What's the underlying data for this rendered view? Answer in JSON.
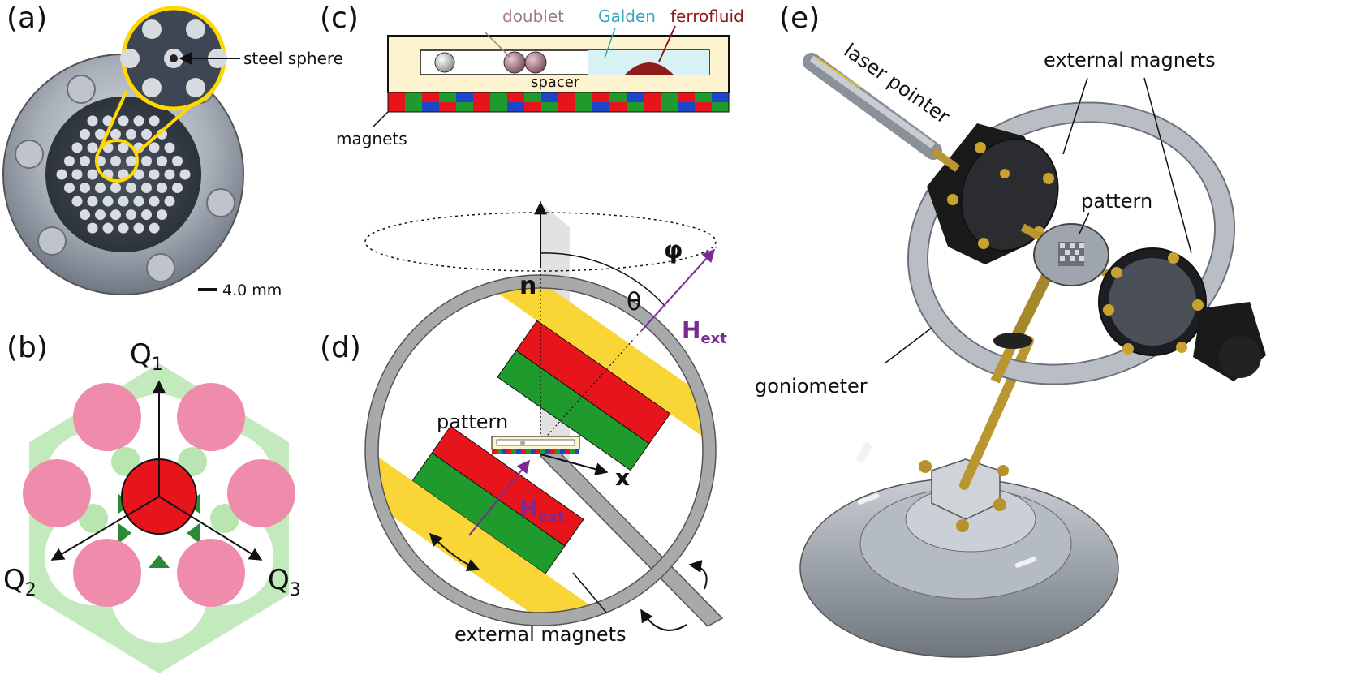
{
  "panels": {
    "a": {
      "label": "(a)",
      "steel_sphere": "steel sphere",
      "scale": "4.0 mm"
    },
    "b": {
      "label": "(b)",
      "q1": "Q",
      "q1_sub": "1",
      "q2": "Q",
      "q2_sub": "2",
      "q3": "Q",
      "q3_sub": "3"
    },
    "c": {
      "label": "(c)",
      "doublet": "doublet",
      "galden": "Galden",
      "ferrofluid": "ferrofluid",
      "spacer": "spacer",
      "magnets": "magnets"
    },
    "d": {
      "label": "(d)",
      "n": "n",
      "phi": "φ",
      "theta": "θ",
      "h": "H",
      "h_sub": "ext",
      "pattern": "pattern",
      "x": "x",
      "external_magnets": "external magnets"
    },
    "e": {
      "label": "(e)",
      "laser_pointer": "laser pointer",
      "external_magnets": "external magnets",
      "pattern": "pattern",
      "goniometer": "goniometer"
    }
  },
  "colors": {
    "magnet_red": "#e8141c",
    "magnet_green": "#1f9a2c",
    "magnet_blue": "#1d47c8",
    "magnet_yellow": "#f9d535",
    "field_purple": "#7b2a93",
    "doublet_text": "#9e7a86",
    "galden_text": "#35a8c0",
    "ferrofluid_text": "#8e1a1a",
    "pink_disk": "#f08cab",
    "light_green": "#b9e6b0",
    "dark_green": "#2a8a35",
    "center_red": "#e8141c"
  }
}
